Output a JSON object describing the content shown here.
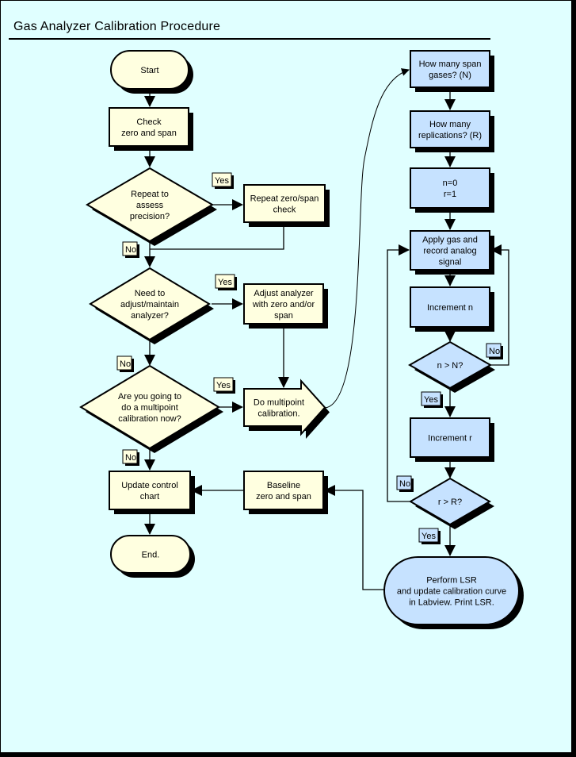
{
  "title": "Gas Analyzer Calibration Procedure",
  "colors": {
    "background": "#e0ffff",
    "left_fill": "#ffffe0",
    "right_fill": "#c6e2ff",
    "stroke": "#000000"
  },
  "nodes": {
    "start": {
      "lines": [
        "Start"
      ]
    },
    "check": {
      "lines": [
        "Check",
        "zero and span"
      ]
    },
    "repeat_q": {
      "lines": [
        "Repeat to",
        "assess",
        "precision?"
      ]
    },
    "repeat_box": {
      "lines": [
        "Repeat zero/span",
        "check"
      ]
    },
    "adjust_q": {
      "lines": [
        "Need to",
        "adjust/maintain",
        "analyzer?"
      ]
    },
    "adjust_box": {
      "lines": [
        "Adjust analyzer",
        "with zero and/or",
        "span"
      ]
    },
    "multi_q": {
      "lines": [
        "Are you going to",
        "do a multipoint",
        "calibration now?"
      ]
    },
    "multi_box": {
      "lines": [
        "Do multipoint",
        "calibration."
      ]
    },
    "update": {
      "lines": [
        "Update control",
        "chart"
      ]
    },
    "baseline": {
      "lines": [
        "Baseline",
        "zero and span"
      ]
    },
    "end": {
      "lines": [
        "End."
      ]
    },
    "span_n": {
      "lines": [
        "How many span",
        "gases? (N)"
      ]
    },
    "reps_r": {
      "lines": [
        "How many",
        "replications? (R)"
      ]
    },
    "init": {
      "lines": [
        "n=0",
        "r=1"
      ]
    },
    "apply": {
      "lines": [
        "Apply gas and",
        "record analog",
        "signal"
      ]
    },
    "inc_n": {
      "lines": [
        "Increment n"
      ]
    },
    "n_q": {
      "lines": [
        "n > N?"
      ]
    },
    "inc_r": {
      "lines": [
        "Increment r"
      ]
    },
    "r_q": {
      "lines": [
        "r > R?"
      ]
    },
    "lsr": {
      "lines": [
        "Perform LSR",
        "and update calibration curve",
        "in Labview. Print LSR."
      ]
    }
  },
  "tags": {
    "yes": "Yes",
    "no": "No"
  }
}
